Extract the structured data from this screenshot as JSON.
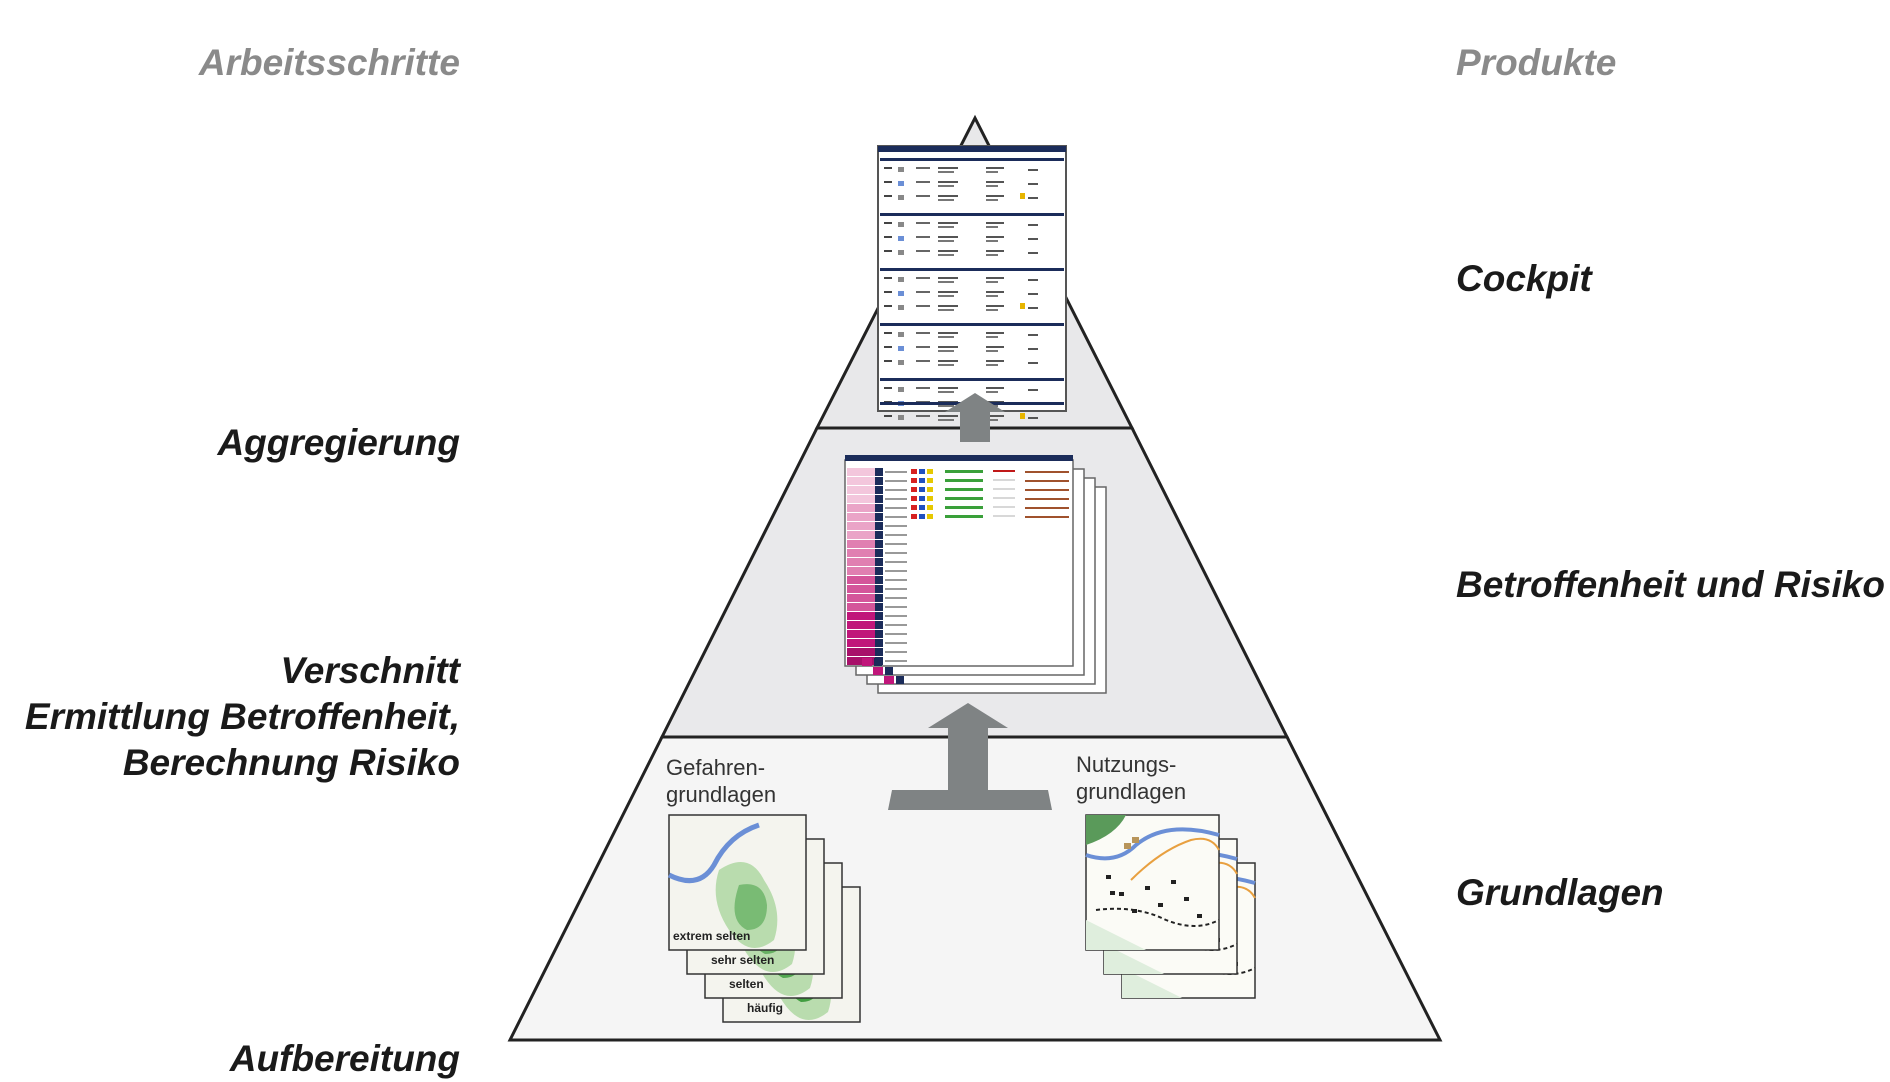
{
  "headers": {
    "left": "Arbeitsschritte",
    "right": "Produkte"
  },
  "steps": {
    "aggregation": "Aggregierung",
    "intersection_line1": "Verschnitt",
    "intersection_line2": "Ermittlung Betroffenheit,",
    "intersection_line3": "Berechnung Risiko",
    "preparation": "Aufbereitung"
  },
  "products": {
    "cockpit": "Cockpit",
    "impact_risk": "Betroffenheit und Risiko",
    "basics": "Grundlagen"
  },
  "basics_panels": {
    "hazard_line1": "Gefahren-",
    "hazard_line2": "grundlagen",
    "usage_line1": "Nutzungs-",
    "usage_line2": "grundlagen"
  },
  "hazard_maps": [
    "extrem selten",
    "sehr selten",
    "selten",
    "häufig"
  ],
  "colors": {
    "header_gray": "#8a8a8a",
    "pyramid_top": "#e8e8ea",
    "pyramid_middle": "#e9e9eb",
    "pyramid_bottom": "#f5f5f5",
    "arrow_gray": "#7f8384",
    "map_green": "#3a9a3a",
    "river_blue": "#6b8fd6",
    "usage_orange": "#e8a040",
    "table_magenta": "#c0167a",
    "table_navy": "#1b2c5a"
  }
}
